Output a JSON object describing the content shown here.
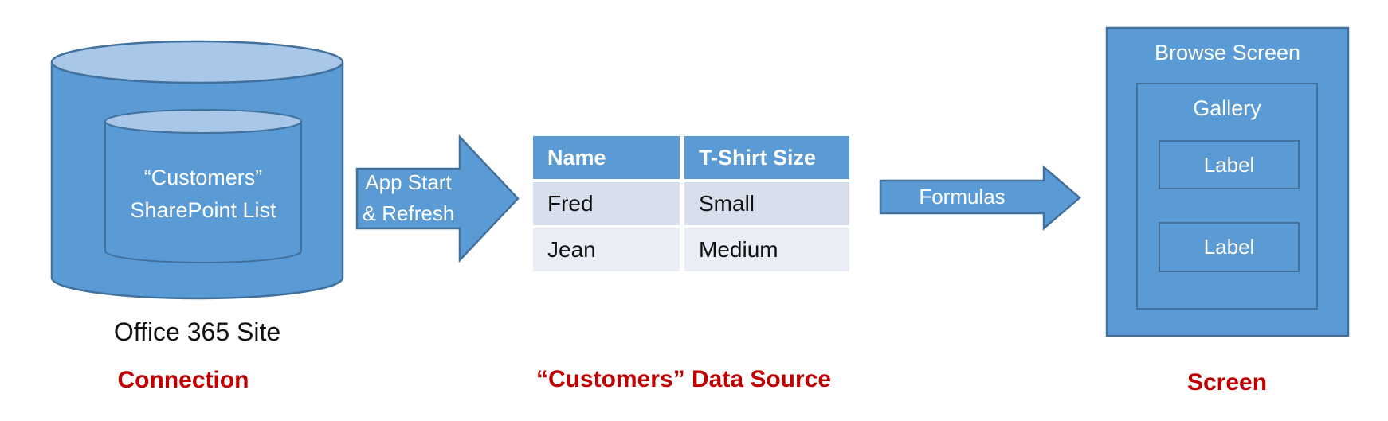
{
  "colors": {
    "shape_fill": "#5B9BD5",
    "shape_border": "#41719C",
    "cylinder_top_fill": "#A9C7E8",
    "table_header_fill": "#5B9BD5",
    "table_row_odd_fill": "#D7DEEC",
    "table_row_even_fill": "#EAEDF6",
    "caption_color": "#C00000"
  },
  "connection": {
    "cylinder_label_line1": "“Customers”",
    "cylinder_label_line2": "SharePoint List",
    "site_label": "Office 365 Site",
    "caption": "Connection"
  },
  "app_start_arrow": {
    "label_line1": "App Start",
    "label_line2": "& Refresh"
  },
  "data_source": {
    "caption": "“Customers” Data Source",
    "table": {
      "headers": [
        "Name",
        "T-Shirt Size"
      ],
      "rows": [
        {
          "name": "Fred",
          "size": "Small"
        },
        {
          "name": "Jean",
          "size": "Medium"
        }
      ]
    }
  },
  "formulas_arrow": {
    "label": "Formulas"
  },
  "screen": {
    "title": "Browse Screen",
    "gallery_label": "Gallery",
    "label1": "Label",
    "label2": "Label",
    "caption": "Screen"
  }
}
